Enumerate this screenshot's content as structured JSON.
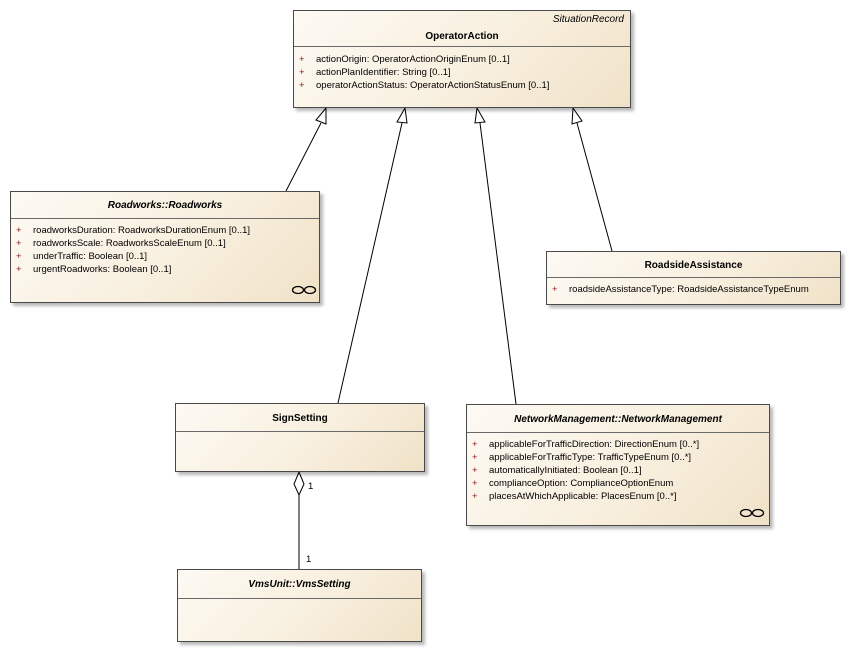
{
  "operator_action": {
    "stereotype": "SituationRecord",
    "name": "OperatorAction",
    "attributes": [
      {
        "visibility": "+",
        "text": "actionOrigin:  OperatorActionOriginEnum [0..1]"
      },
      {
        "visibility": "+",
        "text": "actionPlanIdentifier:  String [0..1]"
      },
      {
        "visibility": "+",
        "text": "operatorActionStatus:  OperatorActionStatusEnum [0..1]"
      }
    ]
  },
  "roadworks": {
    "name": "Roadworks::Roadworks",
    "attributes": [
      {
        "visibility": "+",
        "text": "roadworksDuration:  RoadworksDurationEnum [0..1]"
      },
      {
        "visibility": "+",
        "text": "roadworksScale:  RoadworksScaleEnum [0..1]"
      },
      {
        "visibility": "+",
        "text": "underTraffic:  Boolean [0..1]"
      },
      {
        "visibility": "+",
        "text": "urgentRoadworks:  Boolean [0..1]"
      }
    ]
  },
  "roadside_assistance": {
    "name": "RoadsideAssistance",
    "attributes": [
      {
        "visibility": "+",
        "text": "roadsideAssistanceType:  RoadsideAssistanceTypeEnum"
      }
    ]
  },
  "sign_setting": {
    "name": "SignSetting"
  },
  "network_management": {
    "name": "NetworkManagement::NetworkManagement",
    "attributes": [
      {
        "visibility": "+",
        "text": "applicableForTrafficDirection:  DirectionEnum [0..*]"
      },
      {
        "visibility": "+",
        "text": "applicableForTrafficType:  TrafficTypeEnum [0..*]"
      },
      {
        "visibility": "+",
        "text": "automaticallyInitiated:  Boolean [0..1]"
      },
      {
        "visibility": "+",
        "text": "complianceOption:  ComplianceOptionEnum"
      },
      {
        "visibility": "+",
        "text": "placesAtWhichApplicable:  PlacesEnum [0..*]"
      }
    ]
  },
  "vms_setting": {
    "name": "VmsUnit::VmsSetting"
  },
  "aggregation": {
    "source_multiplicity": "1",
    "target_multiplicity": "1"
  },
  "colors": {
    "line": "#000000",
    "box_border": "#4a4a4a",
    "fill_light": "#fdfaf4",
    "fill_dark": "#f0e2c8",
    "visibility_marker": "#8a1c1c"
  }
}
